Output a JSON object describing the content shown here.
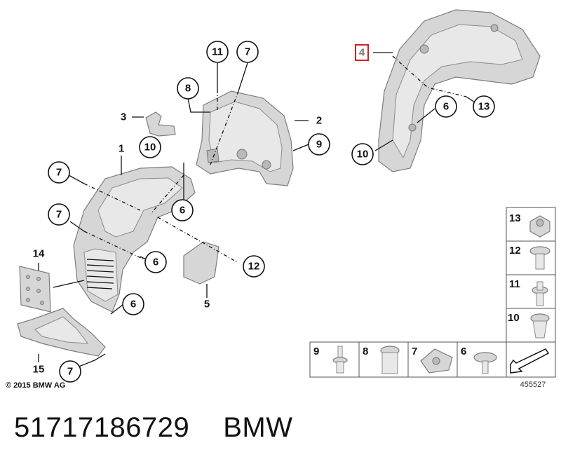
{
  "copyright": "© 2015 BMW AG",
  "diagram_id": "455527",
  "part_number": "51717186729",
  "brand": "BMW",
  "highlighted_label": "4",
  "callouts": {
    "c11": "11",
    "c7top": "7",
    "c8": "8",
    "c3": "3",
    "c10a": "10",
    "c2": "2",
    "c9": "9",
    "c1": "1",
    "c7a": "7",
    "c6a": "6",
    "c7b": "7",
    "c6b": "6",
    "c12": "12",
    "c5": "5",
    "c14": "14",
    "c6c": "6",
    "c15": "15",
    "c7c": "7",
    "c13": "13",
    "c6r": "6",
    "c10r": "10"
  },
  "legend": {
    "column": [
      "13",
      "12",
      "11",
      "10"
    ],
    "row": [
      "9",
      "8",
      "7",
      "6"
    ]
  },
  "colors": {
    "highlight": "#d32020",
    "part": "#d6d6d6",
    "line": "#111111"
  }
}
